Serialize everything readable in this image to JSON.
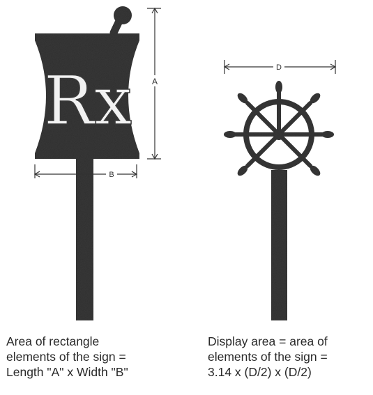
{
  "sign_left": {
    "logo_text": "Rx",
    "dimension_a_label": "A",
    "dimension_b_label": "B",
    "caption_lines": [
      "Area of rectangle",
      "elements of the sign =",
      "Length \"A\" x Width \"B\""
    ]
  },
  "sign_right": {
    "dimension_d_label": "D",
    "caption_lines": [
      "Display area = area of",
      "elements of the sign =",
      "3.14 x (D/2) x (D/2)"
    ]
  },
  "colors": {
    "sign_fill": "#3a3a3a",
    "sign_highlight": "#f2f2f2",
    "dimension_line": "#333333",
    "caption_text": "#2a2a2a"
  }
}
